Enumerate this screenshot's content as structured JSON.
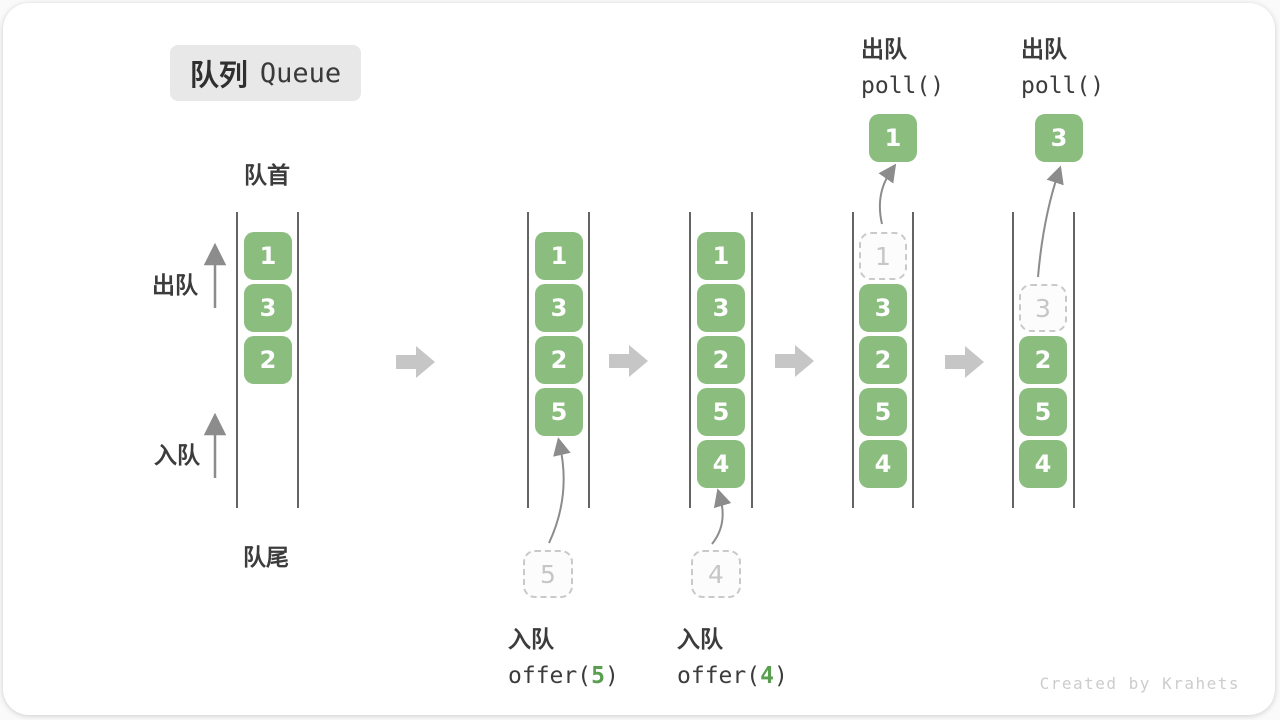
{
  "title": {
    "zh": "队列",
    "en": "Queue"
  },
  "side_labels": {
    "front": "队首",
    "rear": "队尾",
    "dequeue": "出队",
    "enqueue": "入队"
  },
  "columns": [
    {
      "boxes": [
        "1",
        "3",
        "2"
      ]
    },
    {
      "boxes": [
        "1",
        "3",
        "2",
        "5"
      ],
      "incoming": "5"
    },
    {
      "boxes": [
        "1",
        "3",
        "2",
        "5",
        "4"
      ],
      "incoming": "4"
    },
    {
      "removed": "1",
      "boxes": [
        "3",
        "2",
        "5",
        "4"
      ],
      "outgoing": "1"
    },
    {
      "removed": "3",
      "boxes": [
        "2",
        "5",
        "4"
      ],
      "outgoing": "3"
    }
  ],
  "operations": {
    "enqueue5": {
      "zh": "入队",
      "code_prefix": "offer(",
      "arg": "5",
      "code_suffix": ")"
    },
    "enqueue4": {
      "zh": "入队",
      "code_prefix": "offer(",
      "arg": "4",
      "code_suffix": ")"
    },
    "dequeue1": {
      "zh": "出队",
      "code": "poll()"
    },
    "dequeue2": {
      "zh": "出队",
      "code": "poll()"
    }
  },
  "watermark": "Created by Krahets",
  "colors": {
    "box_green": "#8bbd7f",
    "code_arg_green": "#5a9e50",
    "block_arrow_gray": "#c6c6c6",
    "line_gray": "#646464",
    "badge_bg": "#e8e8e8"
  }
}
